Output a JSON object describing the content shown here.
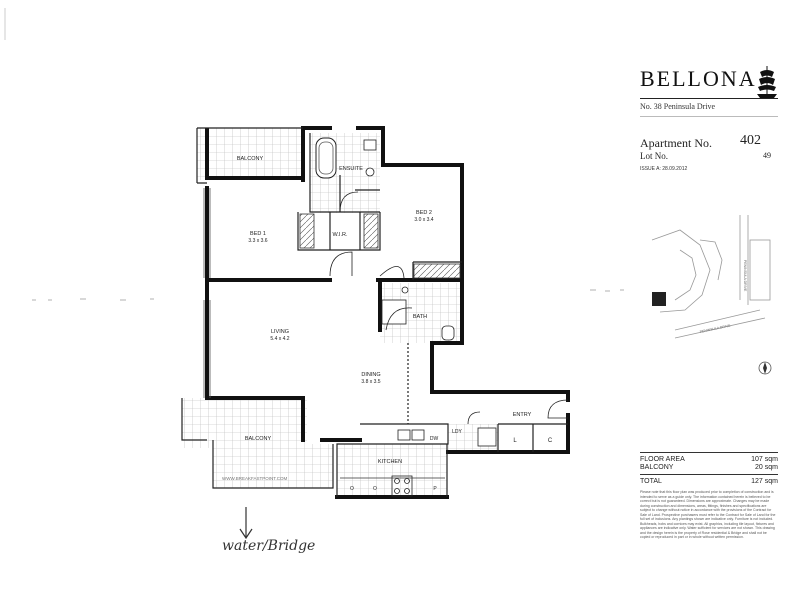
{
  "brand": {
    "name": "BELLONA",
    "address": "No. 38 Peninsula Drive",
    "logo_icon": "sailing-ship-icon"
  },
  "apartment": {
    "label": "Apartment No.",
    "number": "402",
    "lot_label": "Lot No.",
    "lot_number": "49",
    "issue": "ISSUE A:   28.09.2012"
  },
  "site_plan": {
    "road_label_1": "PENINSULA DRIVE",
    "road_label_2": "PENINSULA DRIVE"
  },
  "rooms": {
    "balcony_top": "BALCONY",
    "ensuite": "ENSUITE",
    "bed1_name": "BED 1",
    "bed1_size": "3.3 x 3.6",
    "wir": "W.I.R.",
    "bed2_name": "BED 2",
    "bed2_size": "3.0 x 3.4",
    "bath": "BATH",
    "living_name": "LIVING",
    "living_size": "5.4 x 4.2",
    "dining_name": "DINING",
    "dining_size": "3.8 x 3.5",
    "entry": "ENTRY",
    "balcony_bottom": "BALCONY",
    "kitchen": "KITCHEN",
    "ldy": "LDY",
    "dw": "DW",
    "cupboard_l": "L",
    "cupboard_c": "C",
    "app_o1": "O",
    "app_o2": "O",
    "app_p": "P",
    "watermark": "WWW.BREAKFASTPOINT.COM"
  },
  "areas": {
    "floor_label": "FLOOR AREA",
    "floor_value": "107 sqm",
    "balcony_label": "BALCONY",
    "balcony_value": "20 sqm",
    "total_label": "TOTAL",
    "total_value": "127 sqm"
  },
  "disclaimer": "Please note that this floor plan was produced prior to completion of construction and is intended to serve as a guide only. The information contained herein is believed to be correct but is not guaranteed. Dimensions are approximate. Changes may be made during construction and dimensions, areas, fittings, finishes and specifications are subject to change without notice in accordance with the provisions of the Contract for Sale of Land. Prospective purchasers must refer to the Contract for Sale of Land for the full set of inclusions. Any plantings shown are indicative only. Furniture is not included. Bulkheads, hobs and cornices may exist. All graphics, including tile layout, fixtures and appliances are indicative only. Water sufficient for services are not shown. This drawing and the design herein is the property of Rose residential & Bridge and shall not be copied or reproduced in part or in whole without written permission.",
  "annotation": "water/Bridge"
}
